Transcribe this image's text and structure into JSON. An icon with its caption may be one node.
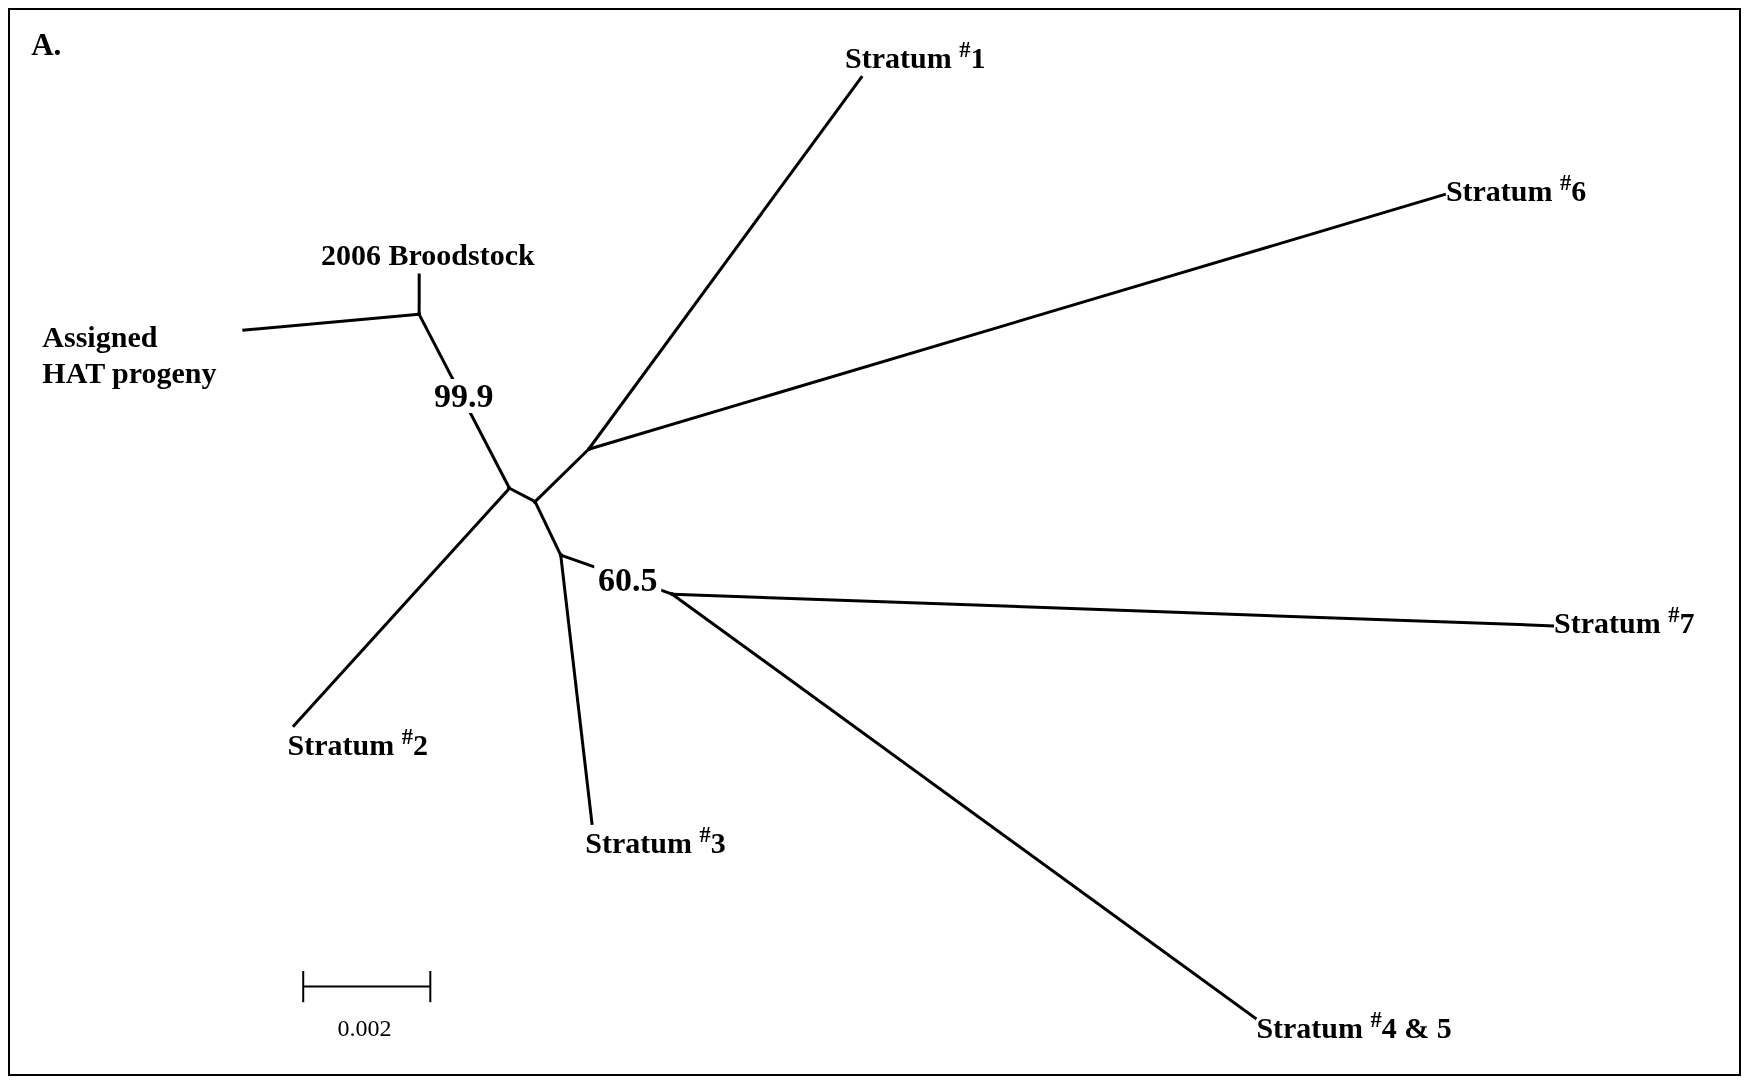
{
  "diagram": {
    "nodes": [
      {
        "text": [
          "Stratum $^{#}$1"
        ]
      },
      {
        "text": [
          "Stratum $^{#}$6"
        ]
      },
      {
        "text": [
          "2006 Broodstock"
        ]
      },
      {
        "text": [
          "Assigned HAT progeny"
        ]
      },
      {
        "text": [
          "Stratum $^{#}$7"
        ]
      },
      {
        "text": [
          "Stratum $^{#}$2"
        ]
      },
      {
        "text": [
          "Stratum $^{#}$3"
        ]
      },
      {
        "text": [
          "Stratum $^{#}$4 & 5"
        ]
      },
      {
        "text": [],
        "shape": "point"
      },
      {
        "text": [],
        "shape": "point"
      },
      {
        "text": [],
        "shape": "point"
      },
      {
        "text": [],
        "shape": "point"
      },
      {
        "text": [],
        "shape": "point"
      },
      {
        "text": [],
        "shape": "point"
      }
    ],
    "edges": [
      {
        "from": 8,
        "to": 2,
        "arrow": "none"
      },
      {
        "from": 8,
        "to": 3,
        "arrow": "none"
      },
      {
        "from": 8,
        "to": 9,
        "arrow": "none",
        "label": "99.9"
      },
      {
        "from": 9,
        "to": 5,
        "arrow": "none"
      },
      {
        "from": 9,
        "to": 10,
        "arrow": "none"
      },
      {
        "from": 10,
        "to": 11,
        "arrow": "none"
      },
      {
        "from": 11,
        "to": 0,
        "arrow": "none"
      },
      {
        "from": 11,
        "to": 1,
        "arrow": "none"
      },
      {
        "from": 10,
        "to": 12,
        "arrow": "none"
      },
      {
        "from": 12,
        "to": 6,
        "arrow": "none"
      },
      {
        "from": 12,
        "to": 13,
        "arrow": "none",
        "label": "60.5"
      },
      {
        "from": 13,
        "to": 4,
        "arrow": "none"
      },
      {
        "from": 13,
        "to": 7,
        "arrow": "none"
      }
    ],
    "labels": [
      "A.",
      "0.002"
    ]
  }
}
